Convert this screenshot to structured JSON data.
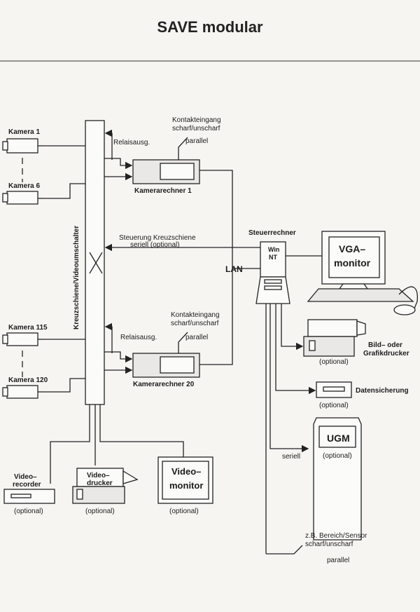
{
  "title": "SAVE modular",
  "labels": {
    "kamera_1": "Kamera 1",
    "kamera_6": "Kamera 6",
    "kamera_115": "Kamera 115",
    "kamera_120": "Kamera 120",
    "kreuzschiene": "Kreuzschiene/Videoumschalter",
    "relais_1": "Relaisausg.",
    "relais_2": "Relaisausg.",
    "kontakt_1_line1": "Kontakteingang",
    "kontakt_1_line2": "scharf/unscharf",
    "kontakt_1_line3": "parallel",
    "kontakt_2_line1": "Kontakteingang",
    "kontakt_2_line2": "scharf/unscharf",
    "kontakt_2_line3": "parallel",
    "kamerarechner_1": "Kamerarechner 1",
    "kamerarechner_20": "Kamerarechner 20",
    "steuerung_line1": "Steuerung Kreuzschiene",
    "steuerung_line2": "seriell (optional)",
    "lan": "LAN",
    "steuerrechner": "Steuerrechner",
    "win": "Win",
    "nt": "NT",
    "vga_line1": "VGA–",
    "vga_line2": "monitor",
    "drucker_line1": "Bild– oder",
    "drucker_line2": "Grafikdrucker",
    "drucker_optional": "(optional)",
    "datensicherung": "Datensicherung",
    "datensicherung_optional": "(optional)",
    "ugm": "UGM",
    "ugm_optional": "(optional)",
    "seriell": "seriell",
    "sensor_line1": "z.B. Bereich/Sensor",
    "sensor_line2": "scharf/unscharf",
    "sensor_line3": "parallel",
    "recorder_line1": "Video–",
    "recorder_line2": "recorder",
    "recorder_optional": "(optional)",
    "videodrucker_line1": "Video–",
    "videodrucker_line2": "drucker",
    "videodrucker_optional": "(optional)",
    "videomonitor_line1": "Video–",
    "videomonitor_line2": "monitor",
    "videomonitor_optional": "(optional)"
  }
}
